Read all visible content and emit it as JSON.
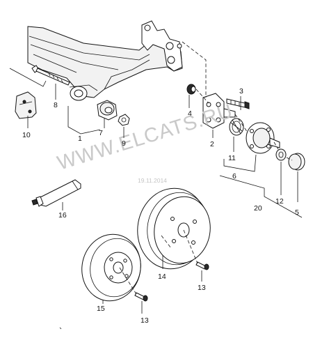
{
  "watermark": "WWW.ELCATS.RU",
  "date_stamp": "19.11.2014",
  "callouts": {
    "c1": "1",
    "c2": "2",
    "c3": "3",
    "c4": "4",
    "c5": "5",
    "c6": "6",
    "c7": "7",
    "c8": "8",
    "c9": "9",
    "c10": "10",
    "c11": "11",
    "c12": "12",
    "c13a": "13",
    "c13b": "13",
    "c14": "14",
    "c15": "15",
    "c16": "16",
    "c20": "20"
  }
}
